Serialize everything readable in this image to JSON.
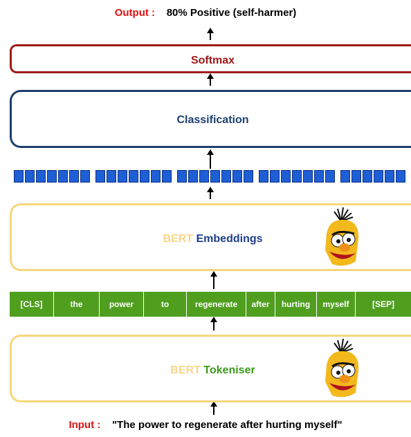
{
  "output": {
    "label": "Output :",
    "value": "80% Positive (self-harmer)"
  },
  "softmax": {
    "label": "Softmax"
  },
  "classification": {
    "label": "Classification"
  },
  "embeddings": {
    "bert": "BERT",
    "label": "Embeddings"
  },
  "tokeniser": {
    "bert": "BERT",
    "label": "Tokeniser"
  },
  "tokens": [
    "[CLS]",
    "the",
    "power",
    "to",
    "regenerate",
    "after",
    "hurting",
    "myself",
    "[SEP]"
  ],
  "input": {
    "label": "Input :",
    "value": "\"The power to regenerate after hurting myself\""
  },
  "colors": {
    "output_label": "#e01010",
    "softmax_border": "#a01818",
    "softmax_text": "#a01818",
    "classification_border": "#1c3f6e",
    "classification_text": "#1c3f6e",
    "bert_border": "#f5d77a",
    "bert_text": "#f7d68a",
    "embeddings_text": "#1d3f8c",
    "tokeniser_text": "#3a9a1a",
    "input_label": "#e01010",
    "token_fill": "#4f9e1e",
    "embedding_cell": "#1f5fd6"
  },
  "icons": [
    "bert-muppet-icon"
  ]
}
